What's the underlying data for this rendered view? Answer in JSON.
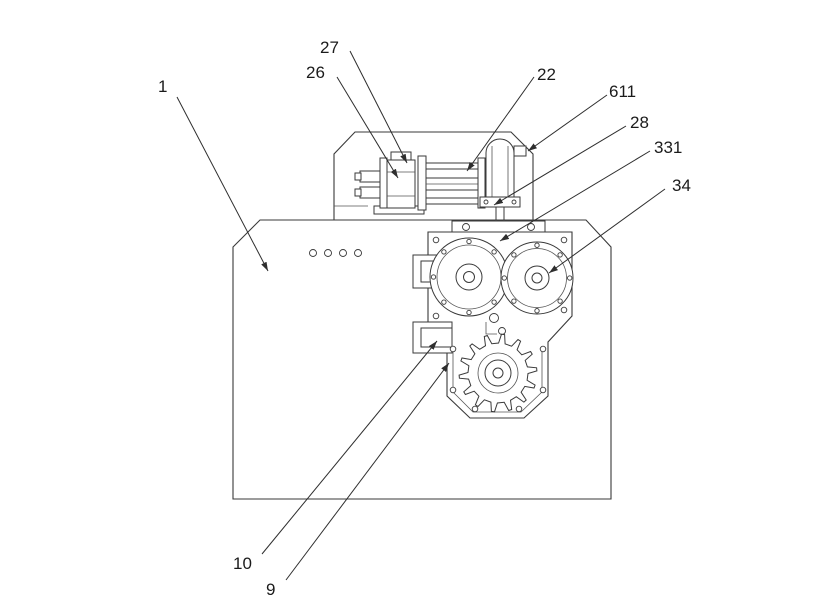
{
  "figure": {
    "type": "patent-line-drawing",
    "background": "#ffffff",
    "stroke_color": "#3a3a3a",
    "label_color": "#1b1b1b",
    "labels": [
      {
        "text": "1"
      },
      {
        "text": "27"
      },
      {
        "text": "26"
      },
      {
        "text": "22"
      },
      {
        "text": "611"
      },
      {
        "text": "28"
      },
      {
        "text": "331"
      },
      {
        "text": "34"
      },
      {
        "text": "10"
      },
      {
        "text": "9"
      }
    ]
  }
}
